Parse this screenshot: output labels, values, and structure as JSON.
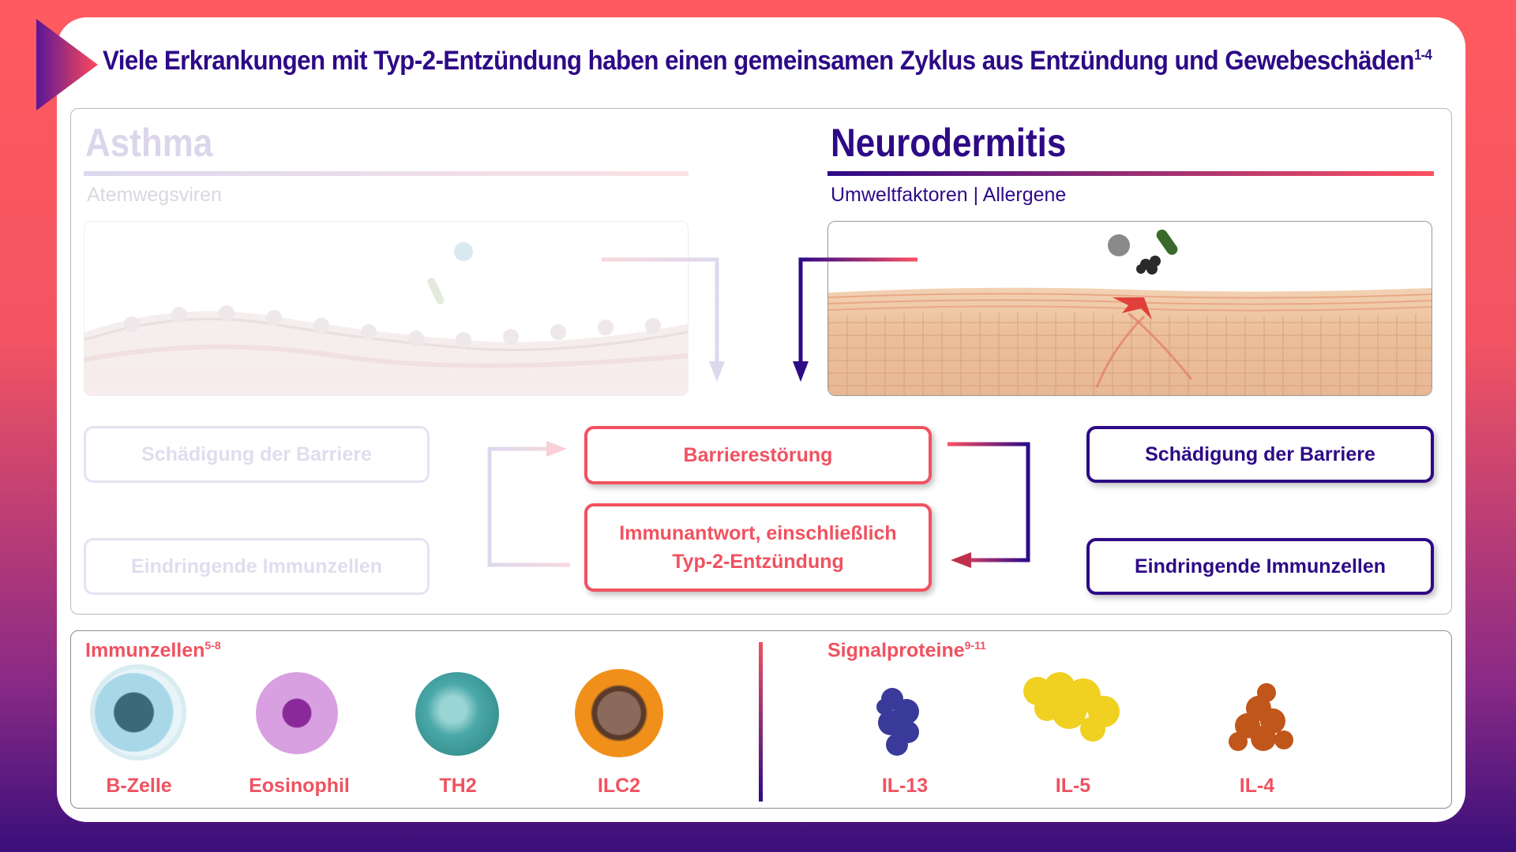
{
  "header": {
    "title": "Viele Erkrankungen mit Typ-2-Entzündung haben einen gemeinsamen Zyklus aus Entzündung und Gewebeschäden",
    "title_sup": "1-4"
  },
  "asthma": {
    "title": "Asthma",
    "subtitle": "Atemwegsviren",
    "box_barrier": "Schädigung der Barriere",
    "box_immune": "Eindringende Immunzellen"
  },
  "neurodermitis": {
    "title": "Neurodermitis",
    "subtitle": "Umweltfaktoren | Allergene",
    "box_barrier": "Schädigung der Barriere",
    "box_immune": "Eindringende Immunzellen"
  },
  "cycle": {
    "box_top": "Barrierestörung",
    "box_bottom_line1": "Immunantwort, einschließlich",
    "box_bottom_line2": "Typ-2-Entzündung"
  },
  "immune_cells": {
    "heading": "Immunzellen",
    "heading_sup": "5-8",
    "items": [
      {
        "label": "B-Zelle",
        "icon": "b-cell-icon",
        "color": "#4a90a8"
      },
      {
        "label": "Eosinophil",
        "icon": "eosinophil-icon",
        "color": "#c870c8"
      },
      {
        "label": "TH2",
        "icon": "th2-cell-icon",
        "color": "#3aa6a6"
      },
      {
        "label": "ILC2",
        "icon": "ilc2-cell-icon",
        "color": "#f08a20"
      }
    ]
  },
  "signal_proteins": {
    "heading": "Signalproteine",
    "heading_sup": "9-11",
    "items": [
      {
        "label": "IL-13",
        "icon": "il13-protein-icon",
        "color": "#3a3a9a"
      },
      {
        "label": "IL-5",
        "icon": "il5-protein-icon",
        "color": "#f0d020"
      },
      {
        "label": "IL-4",
        "icon": "il4-protein-icon",
        "color": "#c0561a"
      }
    ]
  },
  "colors": {
    "navy": "#2d0a86",
    "red": "#f05260",
    "faded": "#e6e2f2"
  }
}
